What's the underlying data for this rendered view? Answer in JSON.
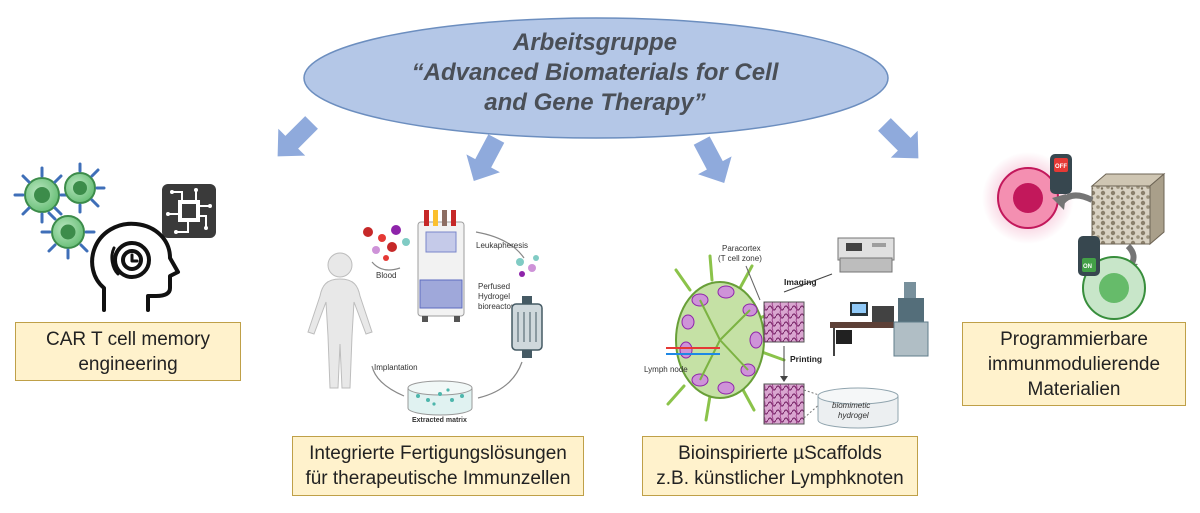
{
  "header": {
    "line1": "Arbeitsgruppe",
    "line2": "“Advanced Biomaterials for Cell",
    "line3": "and Gene Therapy”"
  },
  "boxes": [
    {
      "line1": "CAR T cell memory",
      "line2": "engineering"
    },
    {
      "line1": "Integrierte Fertigungslösungen",
      "line2": "für therapeutische Immunzellen"
    },
    {
      "line1": "Bioinspirierte µScaffolds",
      "line2": "z.B. künstlicher Lymphknoten"
    },
    {
      "line1": "Programmierbare",
      "line2": "immunmodulierende",
      "line3": "Materialien"
    }
  ],
  "manufacturing_labels": {
    "blood": "Blood",
    "leukapheresis": "Leukapheresis",
    "bioreactor_1": "Perfused",
    "bioreactor_2": "Hydrogel",
    "bioreactor_3": "bioreactor",
    "implantation": "Implantation",
    "extracted_matrix": "Extracted matrix"
  },
  "lymph_labels": {
    "paracortex_1": "Paracortex",
    "paracortex_2": "(T cell zone)",
    "imaging": "Imaging",
    "printing": "Printing",
    "lymph_node": "Lymph node",
    "hydrogel_1": "biomimetic",
    "hydrogel_2": "hydrogel"
  },
  "switch_labels": {
    "off": "OFF",
    "on": "ON"
  },
  "colors": {
    "ellipse_fill": "#b4c7e7",
    "ellipse_stroke": "#6c8ebf",
    "arrow": "#8faadc",
    "box_fill": "#fff2cc",
    "box_stroke": "#bfa048",
    "cell_green": "#6cc07a",
    "antibody_blue": "#3f6fb8",
    "magenta_cell": "#c2185b",
    "tissue_pink": "#b04a8a"
  }
}
